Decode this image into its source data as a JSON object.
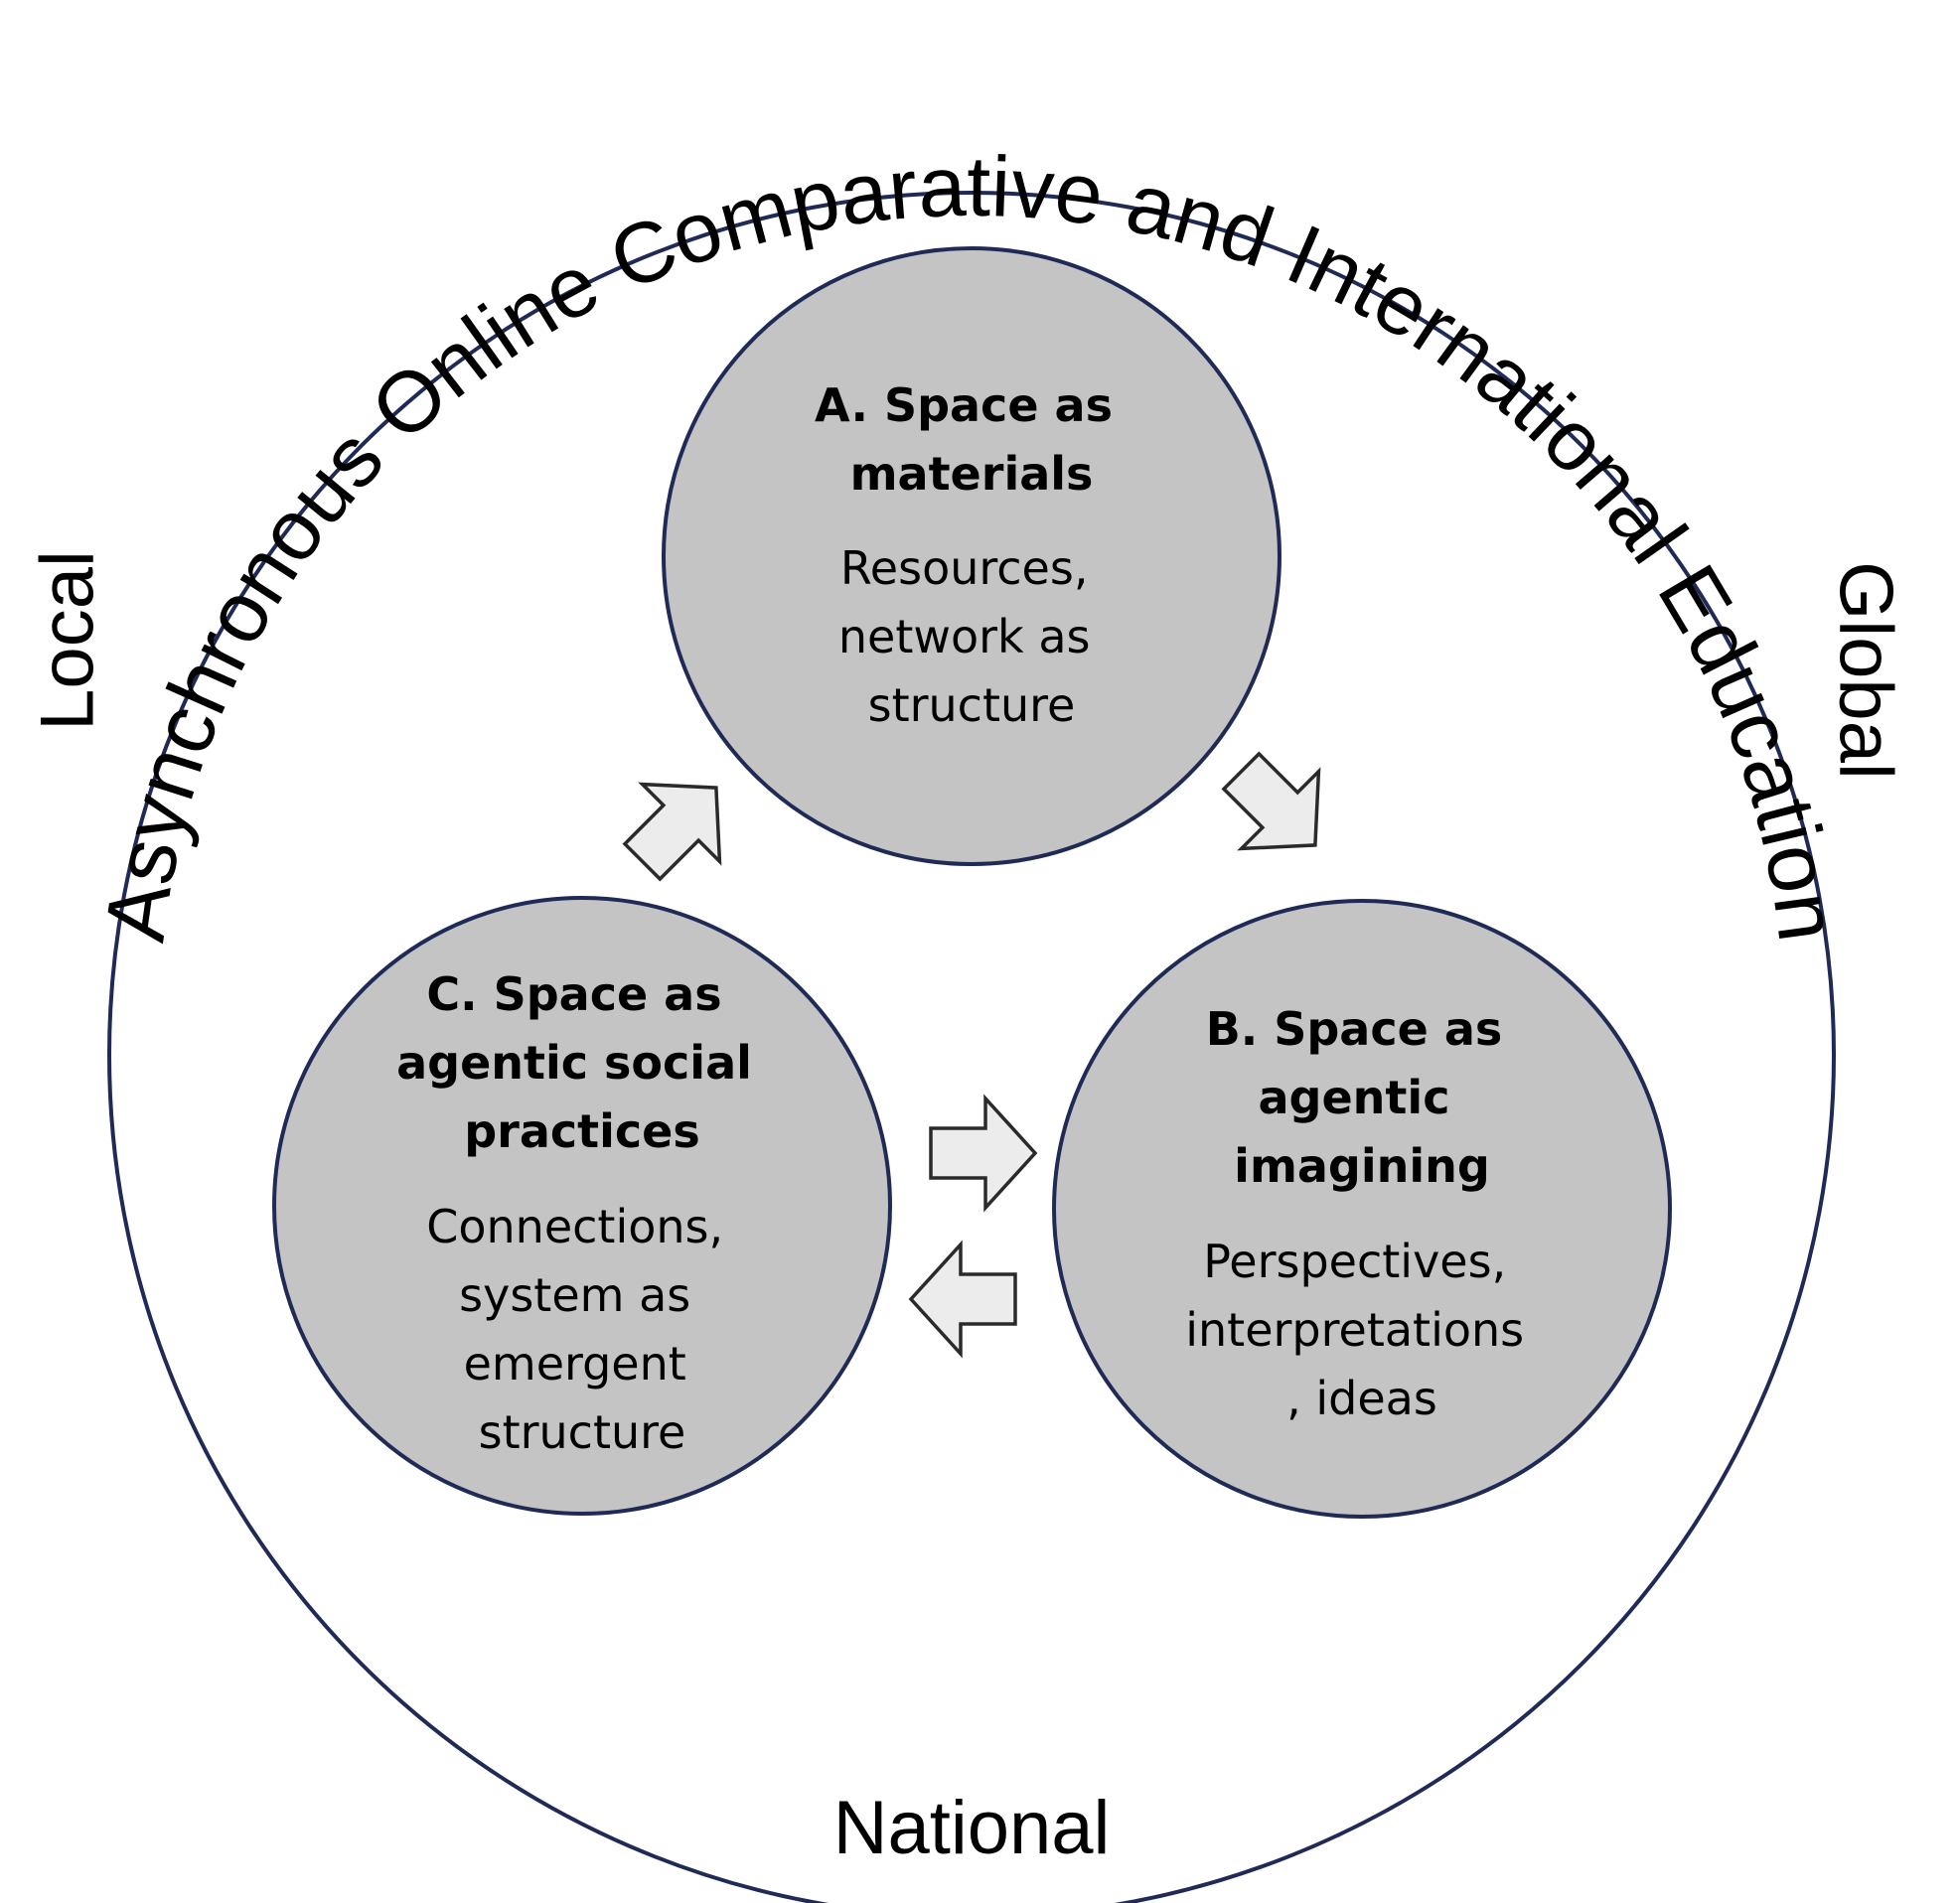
{
  "outer": {
    "arc_title": "Asynchronous Online Comparative and International Education",
    "label_local": "Local",
    "label_global": "Global",
    "label_national": "National"
  },
  "nodes": [
    {
      "id": "a",
      "title_lines": [
        "A. Space as",
        "materials"
      ],
      "body_lines": [
        "Resources,",
        "network as",
        "structure"
      ]
    },
    {
      "id": "b",
      "title_lines": [
        "B. Space as",
        "agentic",
        "imagining"
      ],
      "body_lines": [
        "Perspectives,",
        "interpretations",
        ", ideas"
      ]
    },
    {
      "id": "c",
      "title_lines": [
        "C. Space as",
        "agentic social",
        "practices"
      ],
      "body_lines": [
        "Connections,",
        "system as",
        "emergent",
        "structure"
      ]
    }
  ],
  "arrows": [
    {
      "from": "c",
      "to": "a"
    },
    {
      "from": "a",
      "to": "b"
    },
    {
      "from": "c",
      "to": "b"
    },
    {
      "from": "b",
      "to": "c"
    }
  ],
  "colors": {
    "node_fill": "#c4c4c4",
    "node_stroke": "#1f2b56",
    "ring_stroke": "#1f2b56",
    "arrow_fill": "#ececec"
  }
}
